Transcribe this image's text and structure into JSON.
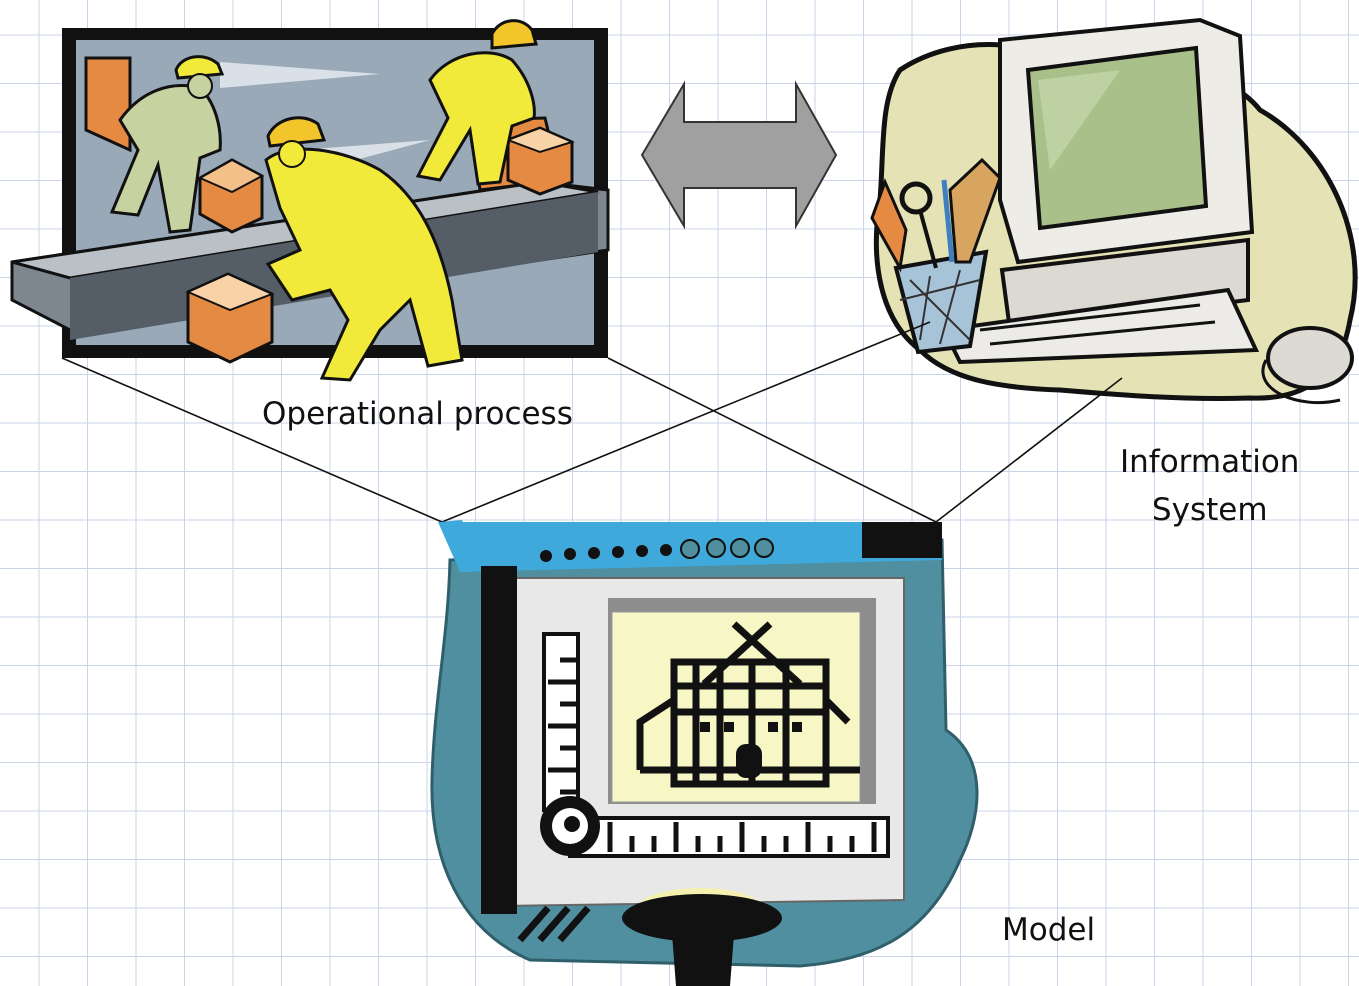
{
  "labels": {
    "operational_process": "Operational process",
    "information_system_line1": "Information",
    "information_system_line2": "System",
    "model": "Model"
  },
  "colors": {
    "grid": "#c9d3ea",
    "arrow_fill": "#a0a0a0",
    "outline": "#111111",
    "worker_yellow": "#f2ea3a",
    "worker_green": "#c6d3a0",
    "box_orange": "#e58a42",
    "computer_blob": "#e5e3b5",
    "screen_green": "#a9c08a",
    "board_teal": "#4f8f9f",
    "board_blue": "#3fa9dc",
    "blueprint_paper": "#f7f7c6"
  },
  "icons": [
    "workers-clipart",
    "double-arrow-icon",
    "computer-clipart",
    "drafting-board-clipart"
  ]
}
